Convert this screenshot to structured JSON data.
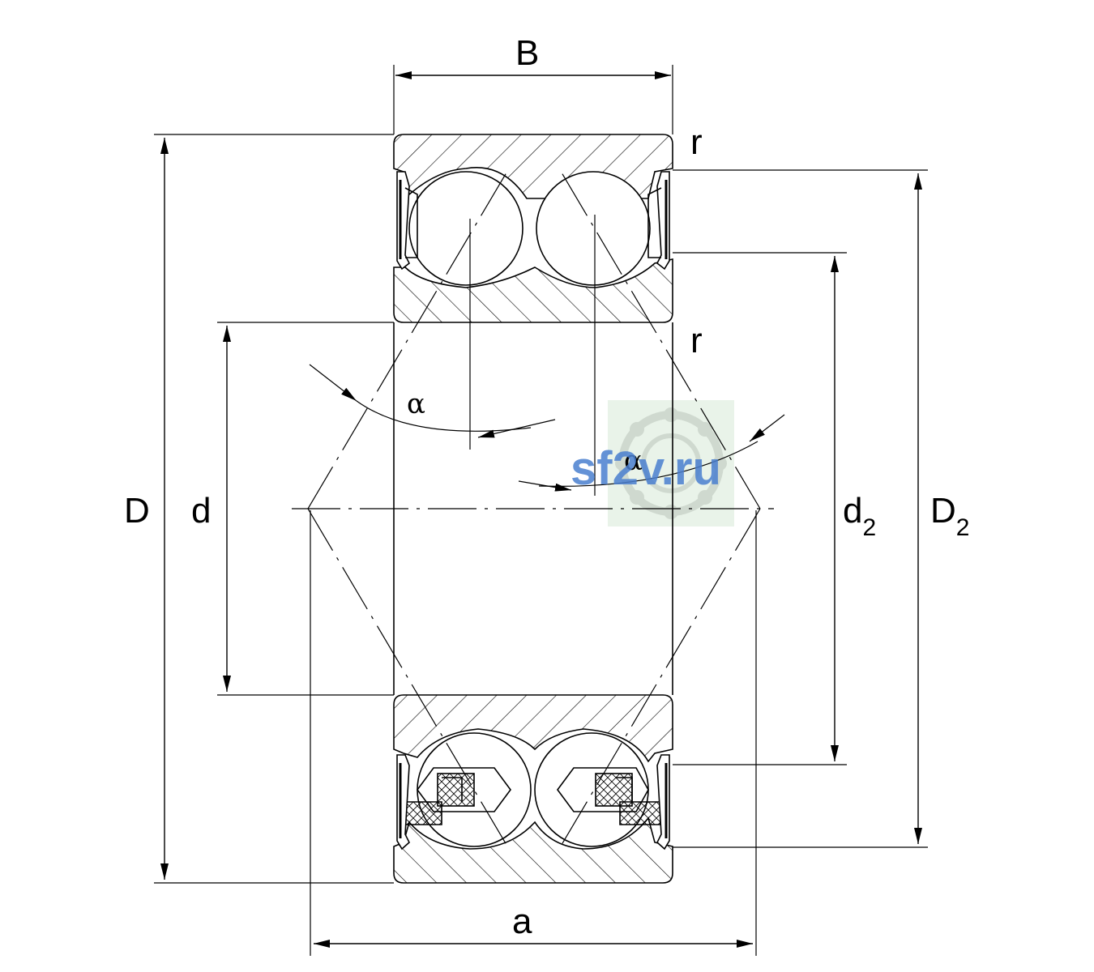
{
  "labels": {
    "B": "B",
    "D": "D",
    "d": "d",
    "d2_main": "d",
    "d2_sub": "2",
    "D2_main": "D",
    "D2_sub": "2",
    "a": "a",
    "r_top": "r",
    "r_mid": "r",
    "alpha_left": "α",
    "alpha_right": "α"
  },
  "watermark": {
    "text": "sf2v.ru",
    "color": "#4a7fd0"
  },
  "colors": {
    "line": "#000000",
    "background": "#ffffff"
  }
}
